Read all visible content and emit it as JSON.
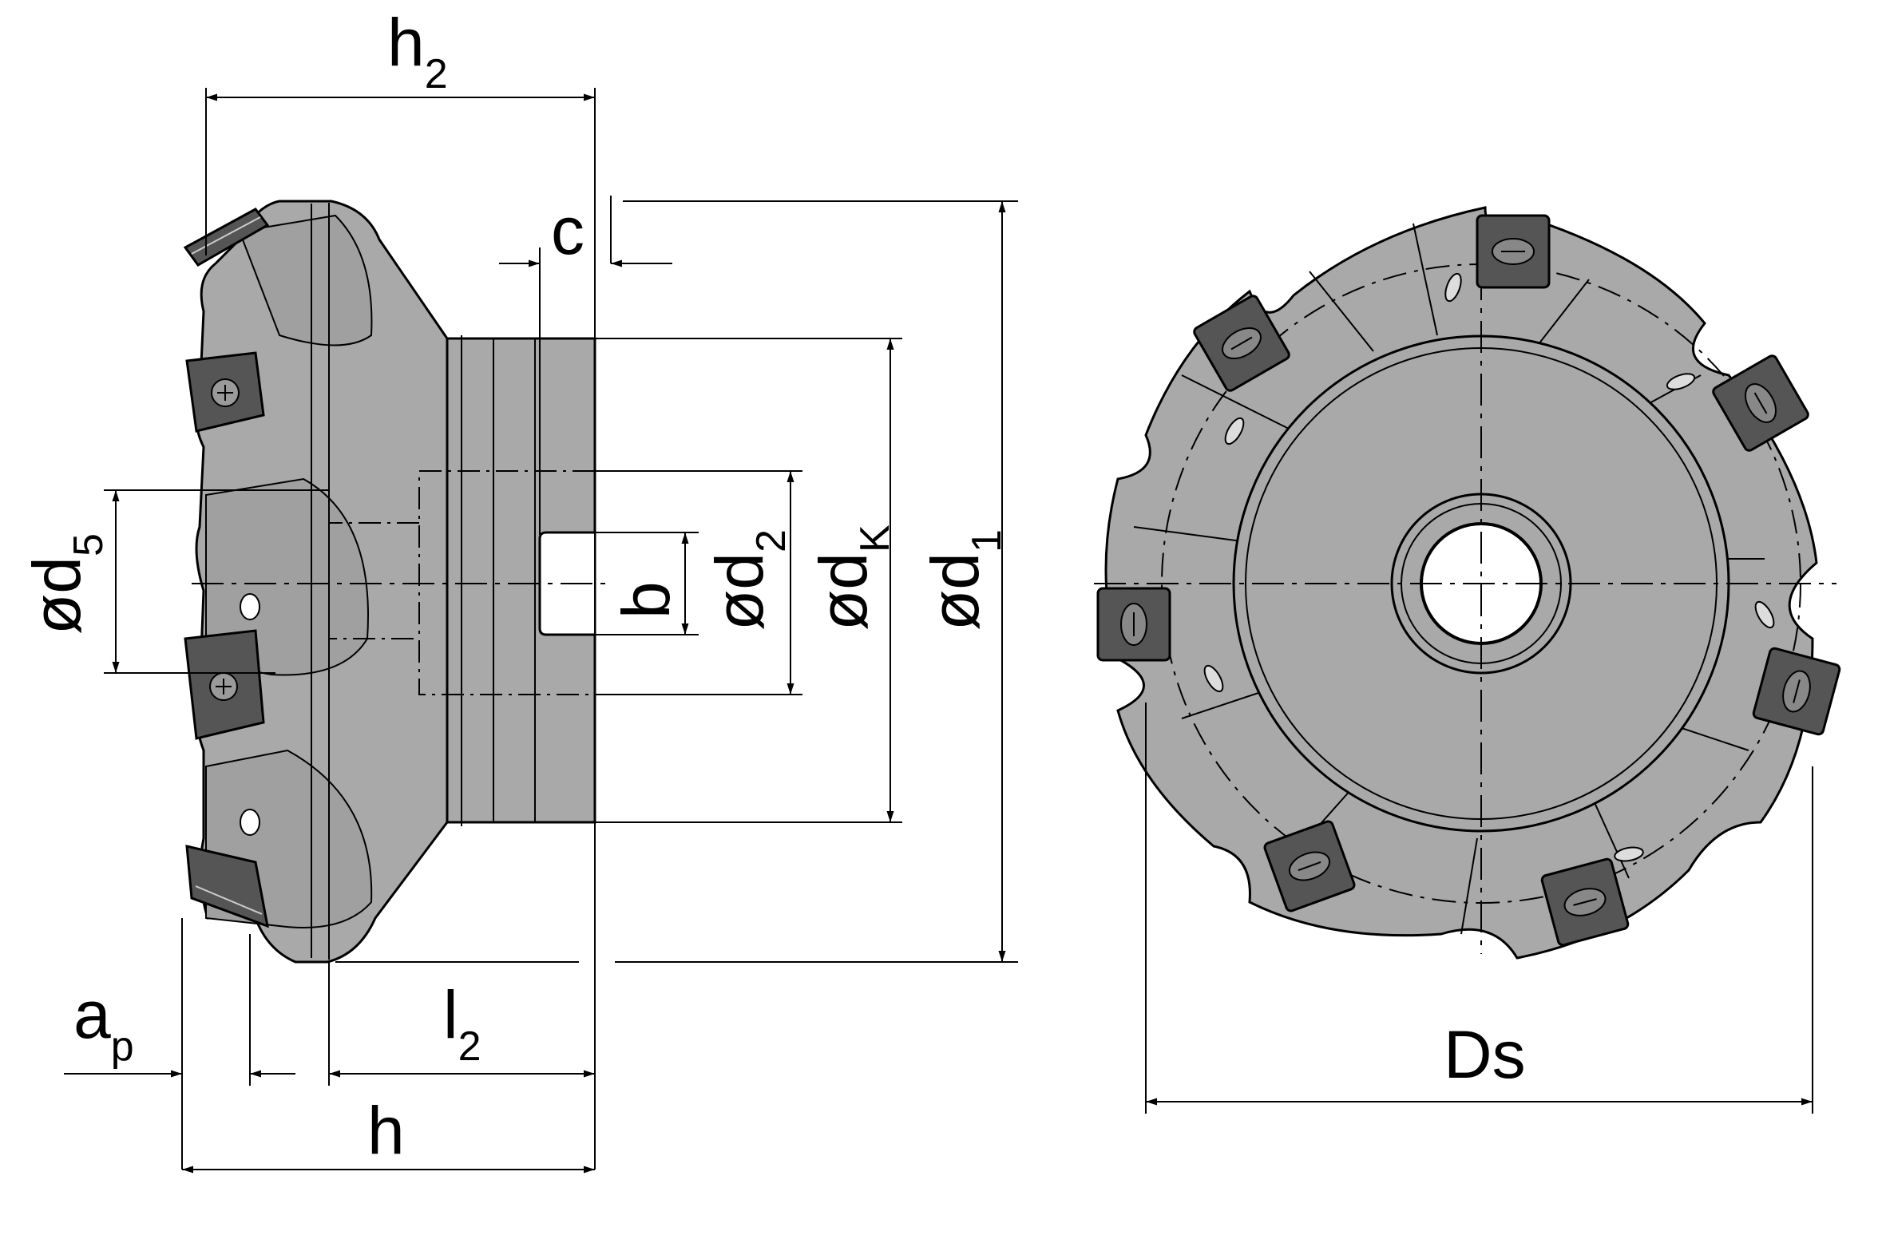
{
  "labels": {
    "h2": {
      "main": "h",
      "sub": "2"
    },
    "c": {
      "main": "c"
    },
    "b": {
      "main": "b"
    },
    "d2": {
      "main": "ød",
      "sub": "2"
    },
    "dk": {
      "main": "ød",
      "sub": "K"
    },
    "d1": {
      "main": "ød",
      "sub": "1"
    },
    "d5": {
      "main": "ød",
      "sub": "5"
    },
    "ap": {
      "main": "a",
      "sub": "p"
    },
    "l2": {
      "main": "l",
      "sub": "2"
    },
    "h": {
      "main": "h"
    },
    "ds": {
      "main": "Ds"
    }
  },
  "colors": {
    "body": "#a9a9a9",
    "body_dark": "#8f8f8f",
    "insert": "#555555",
    "line": "#000000",
    "background": "#ffffff"
  },
  "views": [
    {
      "name": "side-view"
    },
    {
      "name": "front-view",
      "insert_count": 7
    }
  ]
}
